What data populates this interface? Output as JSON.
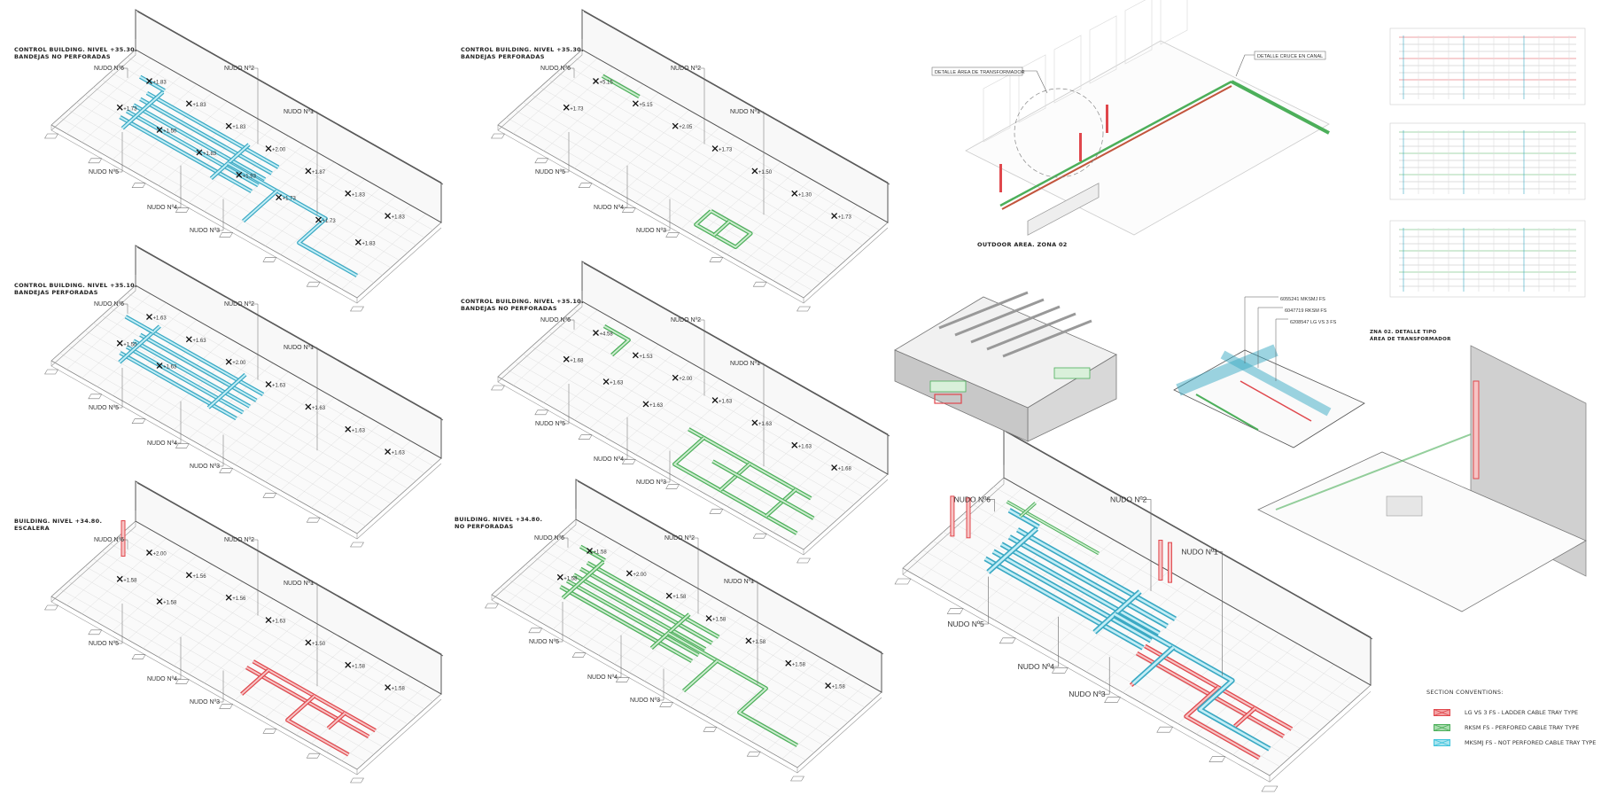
{
  "panels": [
    {
      "id": "p1",
      "title": [
        "CONTROL BUILDING. NIVEL +35.30.",
        "BANDEJAS NO PERFORADAS"
      ],
      "tray_color": "#3aa9c4",
      "pattern": "dense",
      "nudos": [
        "NUDO Nº6",
        "NUDO Nº2",
        "NUDO Nº1",
        "NUDO Nº5",
        "NUDO Nº4",
        "NUDO Nº3"
      ],
      "elevations": [
        "+1.83",
        "+1.83",
        "+1.83",
        "+2.00",
        "+1.87",
        "+1.83",
        "+1.83",
        "+1.73",
        "+1.50",
        "+1.83",
        "+1.93",
        "+1.73",
        "+1.73",
        "+1.83"
      ]
    },
    {
      "id": "p2",
      "title": [
        "CONTROL BUILDING. NIVEL +35.30.",
        "BANDEJAS PERFORADAS"
      ],
      "tray_color": "#4caf5a",
      "pattern": "sparse",
      "nudos": [
        "NUDO Nº6",
        "NUDO Nº2",
        "NUDO Nº1",
        "NUDO Nº5",
        "NUDO Nº4",
        "NUDO Nº3"
      ],
      "elevations": [
        "+5.15",
        "+5.15",
        "+2.05",
        "+1.73",
        "+1.50",
        "+1.30",
        "+1.73",
        "+1.73"
      ]
    },
    {
      "id": "p3",
      "title": [
        "CONTROL BUILDING. NIVEL +35.10.",
        "BANDEJAS PERFORADAS"
      ],
      "tray_color": "#3aa9c4",
      "pattern": "dense2",
      "nudos": [
        "NUDO Nº6",
        "NUDO Nº2",
        "NUDO Nº1",
        "NUDO Nº5",
        "NUDO Nº4",
        "NUDO Nº3"
      ],
      "elevations": [
        "+1.63",
        "+1.63",
        "+2.00",
        "+1.63",
        "+1.63",
        "+1.63",
        "+1.63",
        "+1.50",
        "+1.63"
      ]
    },
    {
      "id": "p4",
      "title": [
        "CONTROL BUILDING. NIVEL +35.10.",
        "BANDEJAS NO PERFORADAS"
      ],
      "tray_color": "#4caf5a",
      "pattern": "right",
      "nudos": [
        "NUDO Nº6",
        "NUDO Nº2",
        "NUDO Nº1",
        "NUDO Nº5",
        "NUDO Nº4",
        "NUDO Nº3"
      ],
      "elevations": [
        "+4.58",
        "+1.53",
        "+2.00",
        "+1.63",
        "+1.63",
        "+1.63",
        "+1.68",
        "+1.68",
        "+1.63",
        "+1.63"
      ]
    },
    {
      "id": "p5",
      "title": [
        "BUILDING. NIVEL +34.80.",
        "ESCALERA"
      ],
      "tray_color": "#e0474c",
      "pattern": "red",
      "nudos": [
        "NUDO Nº6",
        "NUDO Nº2",
        "NUDO Nº1",
        "NUDO Nº5",
        "NUDO Nº4",
        "NUDO Nº3"
      ],
      "elevations": [
        "+2.00",
        "+1.56",
        "+1.56",
        "+1.63",
        "+1.50",
        "+1.58",
        "+1.58",
        "+1.58",
        "+1.58"
      ]
    },
    {
      "id": "p6",
      "title": [
        "BUILDING. NIVEL +34.80.",
        "NO PERFORADAS"
      ],
      "tray_color": "#4caf5a",
      "pattern": "dense",
      "nudos": [
        "NUDO Nº6",
        "NUDO Nº2",
        "NUDO Nº1",
        "NUDO Nº5",
        "NUDO Nº4",
        "NUDO Nº3"
      ],
      "elevations": [
        "+1.58",
        "+2.00",
        "+1.58",
        "+1.58",
        "+1.58",
        "+1.58",
        "+1.58",
        "+1.58"
      ]
    }
  ],
  "main_panel": {
    "nudos": [
      "NUDO Nº6",
      "NUDO Nº2",
      "NUDO Nº1",
      "NUDO Nº5",
      "NUDO Nº4",
      "NUDO Nº3"
    ]
  },
  "outdoor": {
    "title": "OUTDOOR AREA. ZONA 02",
    "callout_transformer": "DETALLE ÁREA DE TRANSFORMADOR",
    "callout_canal": "DETALLE CRUCE EN CANAL"
  },
  "tray_detail": {
    "labels": [
      "6055241 MKSMJ FS",
      "6047719 RKSM FS",
      "6208547 LG VS 3 FS"
    ]
  },
  "transformer_detail": {
    "title": [
      "ZNA 02. DETALLE TIPO",
      "ÁREA DE TRANSFORMADOR"
    ]
  },
  "legend": {
    "title": "SECTION CONVENTIONS:",
    "items": [
      {
        "label": "LG VS 3 FS - LADDER CABLE TRAY TYPE",
        "color": "#e0474c"
      },
      {
        "label": "RKSM FS - PERFORED CABLE TRAY TYPE",
        "color": "#4caf5a"
      },
      {
        "label": "MKSMJ FS - NOT PERFORED CABLE TRAY TYPE",
        "color": "#3ec3dc"
      }
    ]
  }
}
